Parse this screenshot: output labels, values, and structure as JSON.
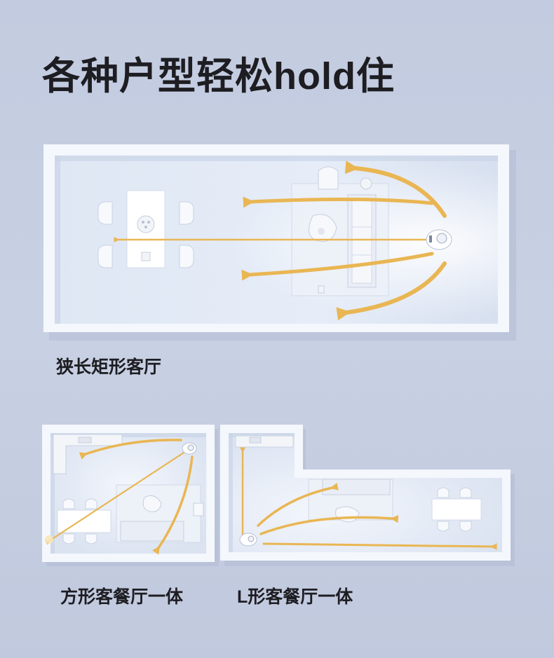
{
  "title": "各种户型轻松hold住",
  "rooms": [
    {
      "caption": "狭长矩形客厅"
    },
    {
      "caption": "方形客餐厅一体"
    },
    {
      "caption": "L形客餐厅一体"
    }
  ],
  "colors": {
    "background": "#c5cde1",
    "wall": "#f4f7fc",
    "floor": "#e4ebf6",
    "arrow": "#e9b653",
    "furniture": "#ffffff"
  },
  "icons": {
    "robot": "robot-vacuum-icon",
    "arrow": "airflow-arrow-icon"
  }
}
